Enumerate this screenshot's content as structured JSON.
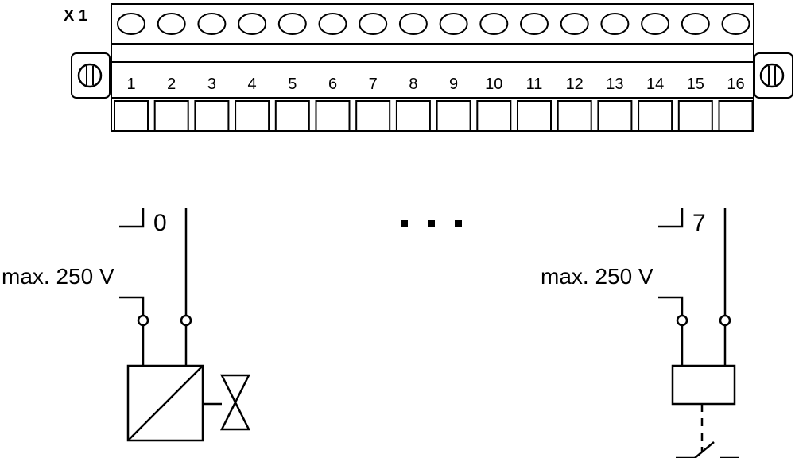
{
  "connector": {
    "label": "X 1",
    "terminal_numbers": [
      "1",
      "2",
      "3",
      "4",
      "5",
      "6",
      "7",
      "8",
      "9",
      "10",
      "11",
      "12",
      "13",
      "14",
      "15",
      "16"
    ]
  },
  "outputs": [
    {
      "channel": "0",
      "voltage_label": "max. 250 V",
      "load": "solenoid-valve"
    },
    {
      "channel": "7",
      "voltage_label": "max. 250 V",
      "load": "relay-coil"
    }
  ],
  "ellipsis_icon": "ellipsis-dots"
}
